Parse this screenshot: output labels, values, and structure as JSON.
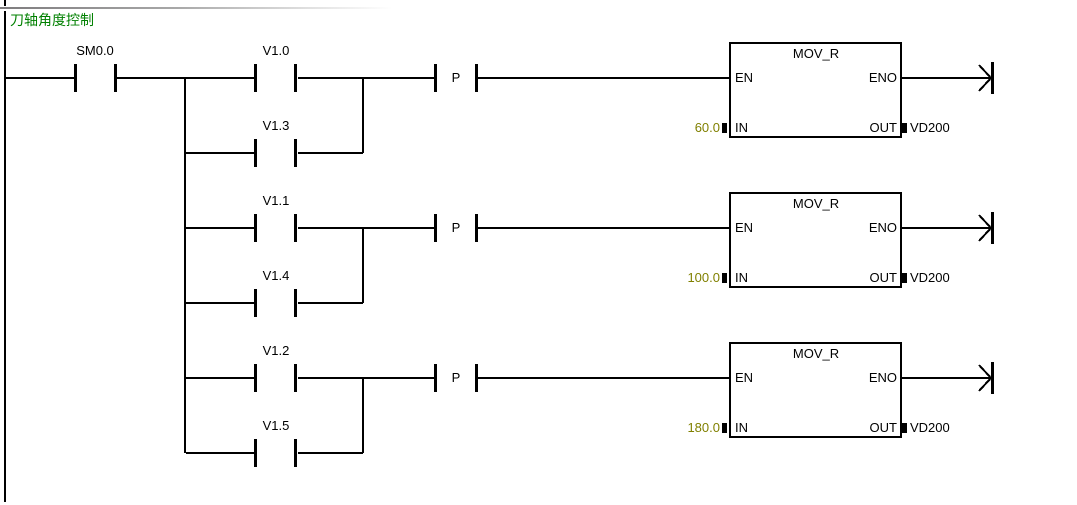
{
  "network": {
    "comment": "刀轴角度控制",
    "power_flow_contact": {
      "label": "SM0.0"
    },
    "rungs": [
      {
        "branch_contacts": {
          "top": "V1.0",
          "bottom": "V1.3"
        },
        "edge_contact_label": "P",
        "block": {
          "title": "MOV_R",
          "pin_en": "EN",
          "pin_eno": "ENO",
          "pin_in": "IN",
          "pin_out": "OUT",
          "in_value": "60.0",
          "out_operand": "VD200"
        }
      },
      {
        "branch_contacts": {
          "top": "V1.1",
          "bottom": "V1.4"
        },
        "edge_contact_label": "P",
        "block": {
          "title": "MOV_R",
          "pin_en": "EN",
          "pin_eno": "ENO",
          "pin_in": "IN",
          "pin_out": "OUT",
          "in_value": "100.0",
          "out_operand": "VD200"
        }
      },
      {
        "branch_contacts": {
          "top": "V1.2",
          "bottom": "V1.5"
        },
        "edge_contact_label": "P",
        "block": {
          "title": "MOV_R",
          "pin_en": "EN",
          "pin_eno": "ENO",
          "pin_in": "IN",
          "pin_out": "OUT",
          "in_value": "180.0",
          "out_operand": "VD200"
        }
      }
    ]
  },
  "colors": {
    "comment_green": "#008000",
    "value_olive": "#808000",
    "wire_black": "#000000",
    "background": "#ffffff"
  }
}
